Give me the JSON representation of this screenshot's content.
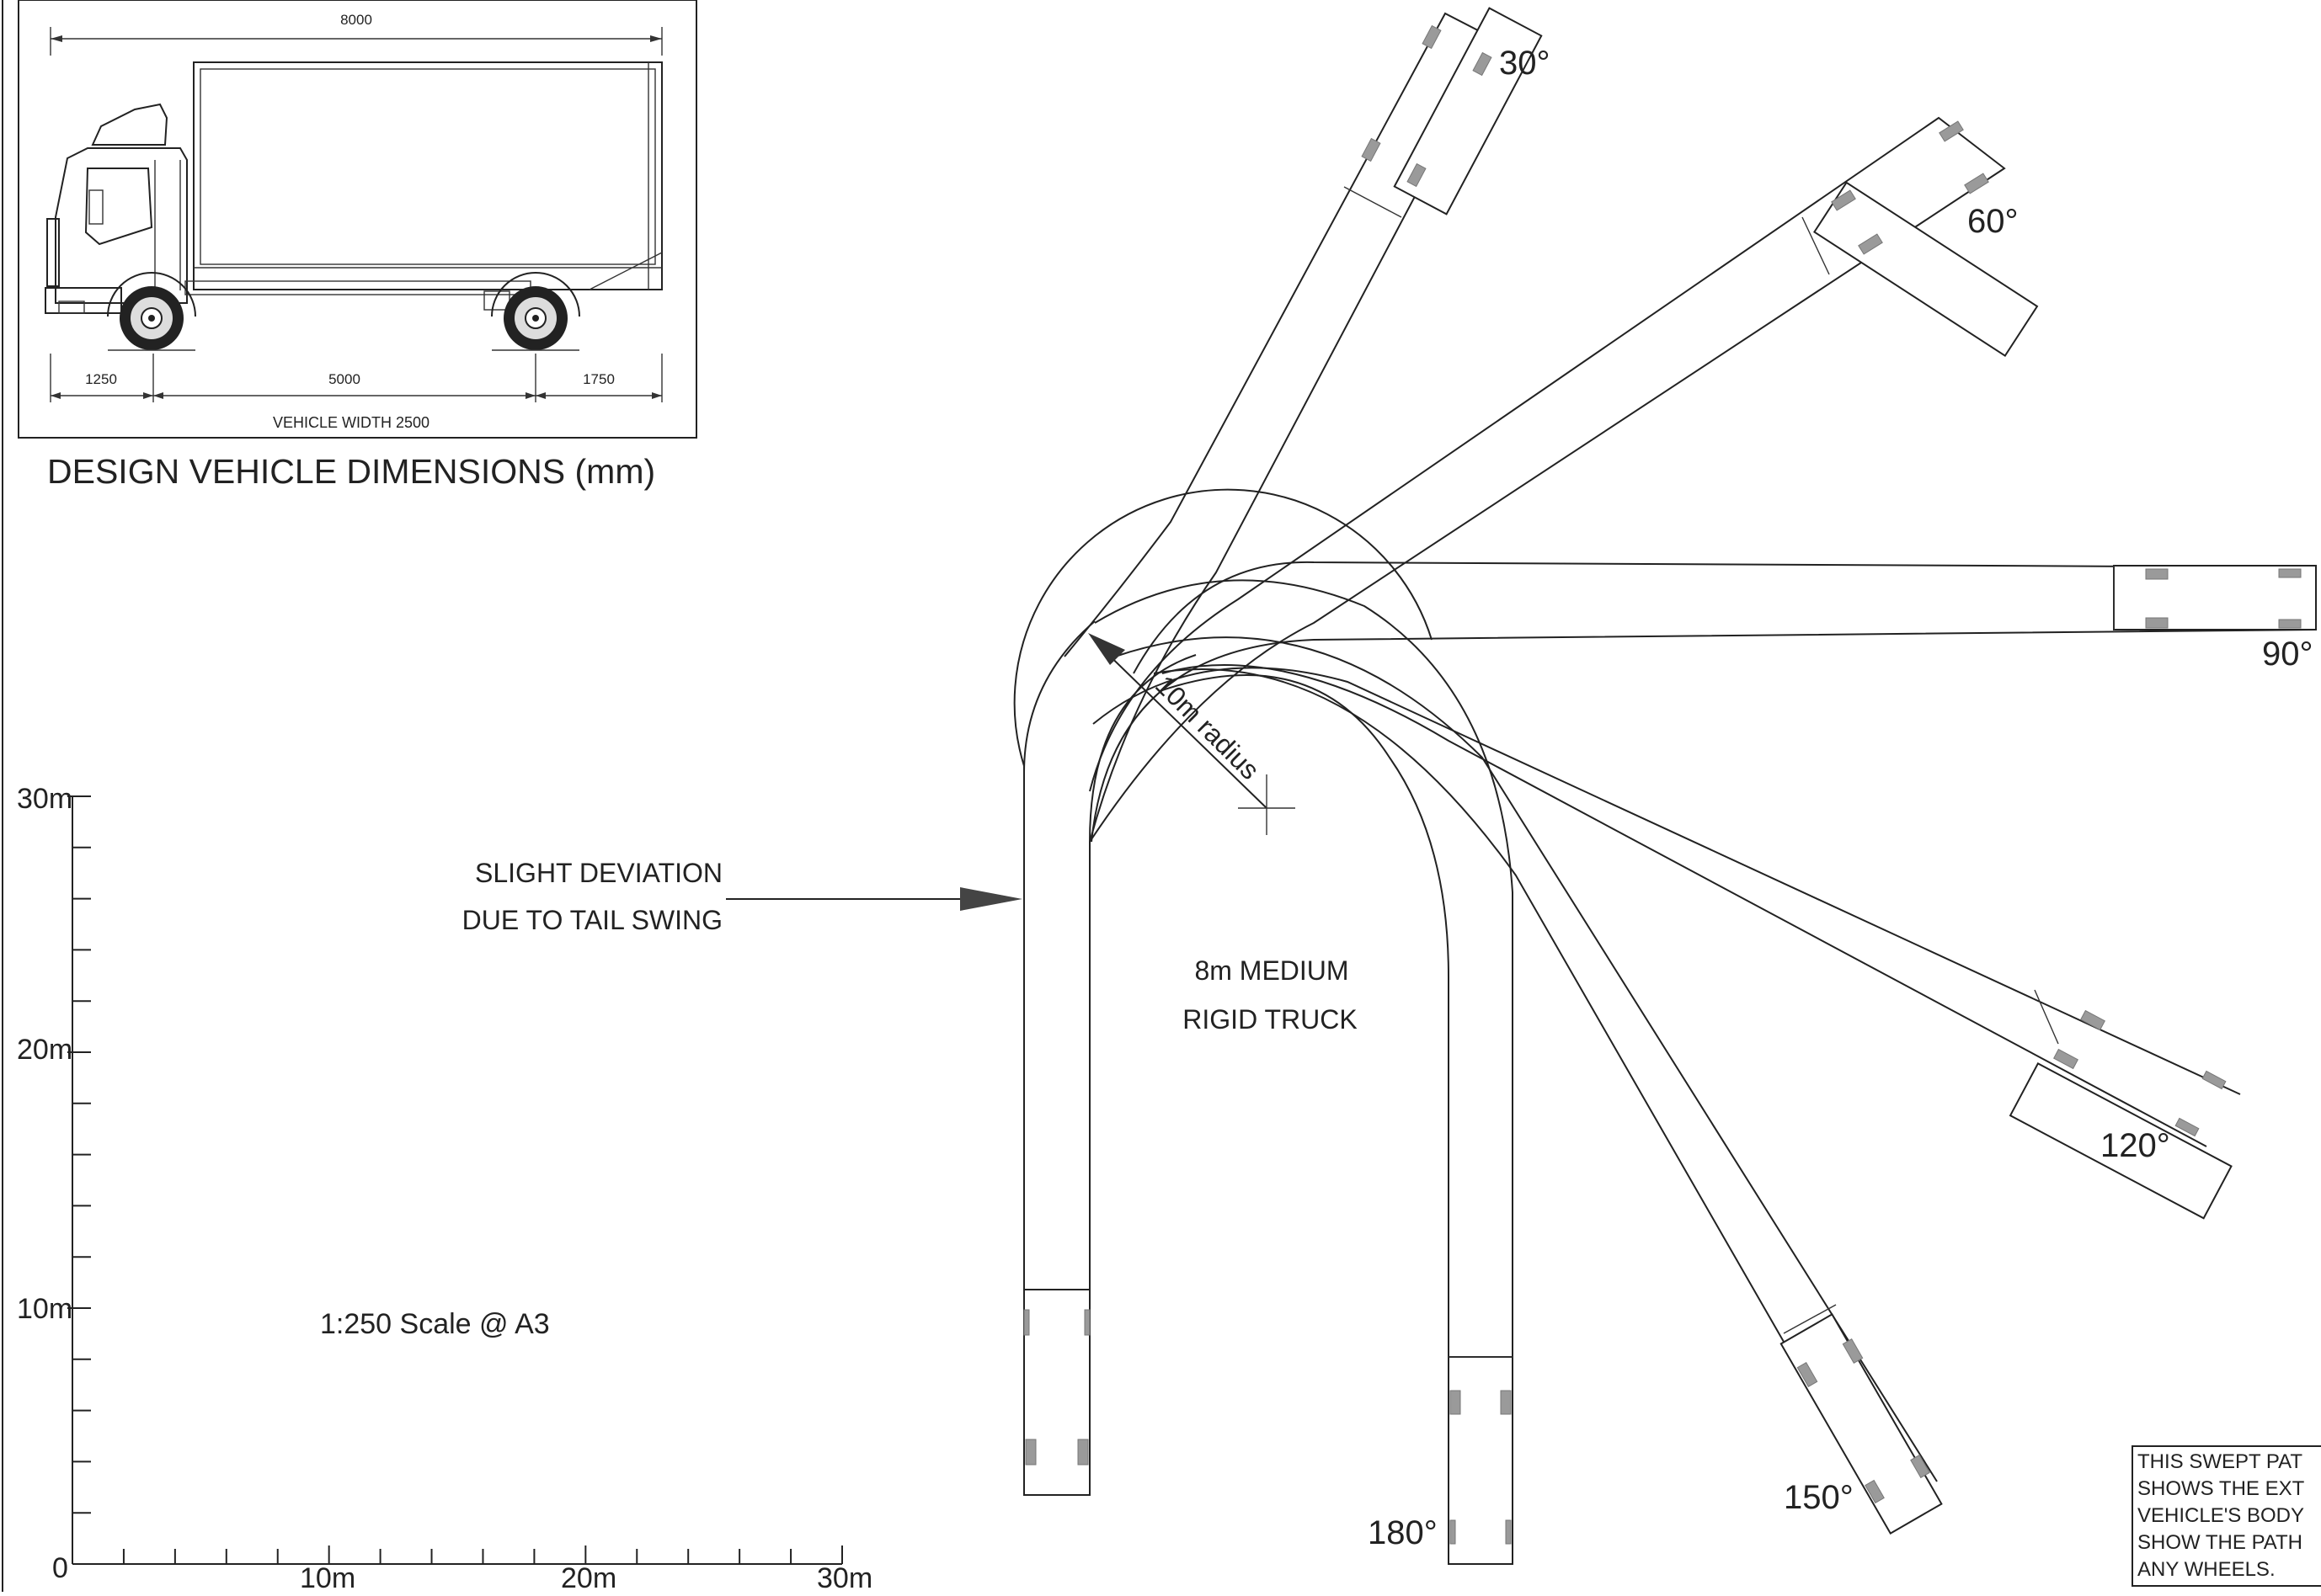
{
  "vehicle_panel": {
    "overall_length": "8000",
    "front_overhang": "1250",
    "wheelbase": "5000",
    "rear_overhang": "1750",
    "width_label": "VEHICLE WIDTH 2500",
    "caption": "DESIGN VEHICLE DIMENSIONS (mm)"
  },
  "scale_bar": {
    "vertical_labels": [
      "30m",
      "20m",
      "10m"
    ],
    "origin_label": "0",
    "horizontal_labels": [
      "10m",
      "20m",
      "30m"
    ],
    "scale_note": "1:250 Scale @ A3"
  },
  "annotations": {
    "deviation_line1": "SLIGHT DEVIATION",
    "deviation_line2": "DUE TO TAIL SWING",
    "radius_label": "10m radius",
    "truck_line1": "8m MEDIUM",
    "truck_line2": "RIGID TRUCK"
  },
  "angles": {
    "a30": "30°",
    "a60": "60°",
    "a90": "90°",
    "a120": "120°",
    "a150": "150°",
    "a180": "180°"
  },
  "note": {
    "lines": [
      "THIS SWEPT PAT",
      "SHOWS THE EXT",
      "VEHICLE'S BODY",
      "SHOW THE PATH",
      "ANY WHEELS."
    ]
  }
}
